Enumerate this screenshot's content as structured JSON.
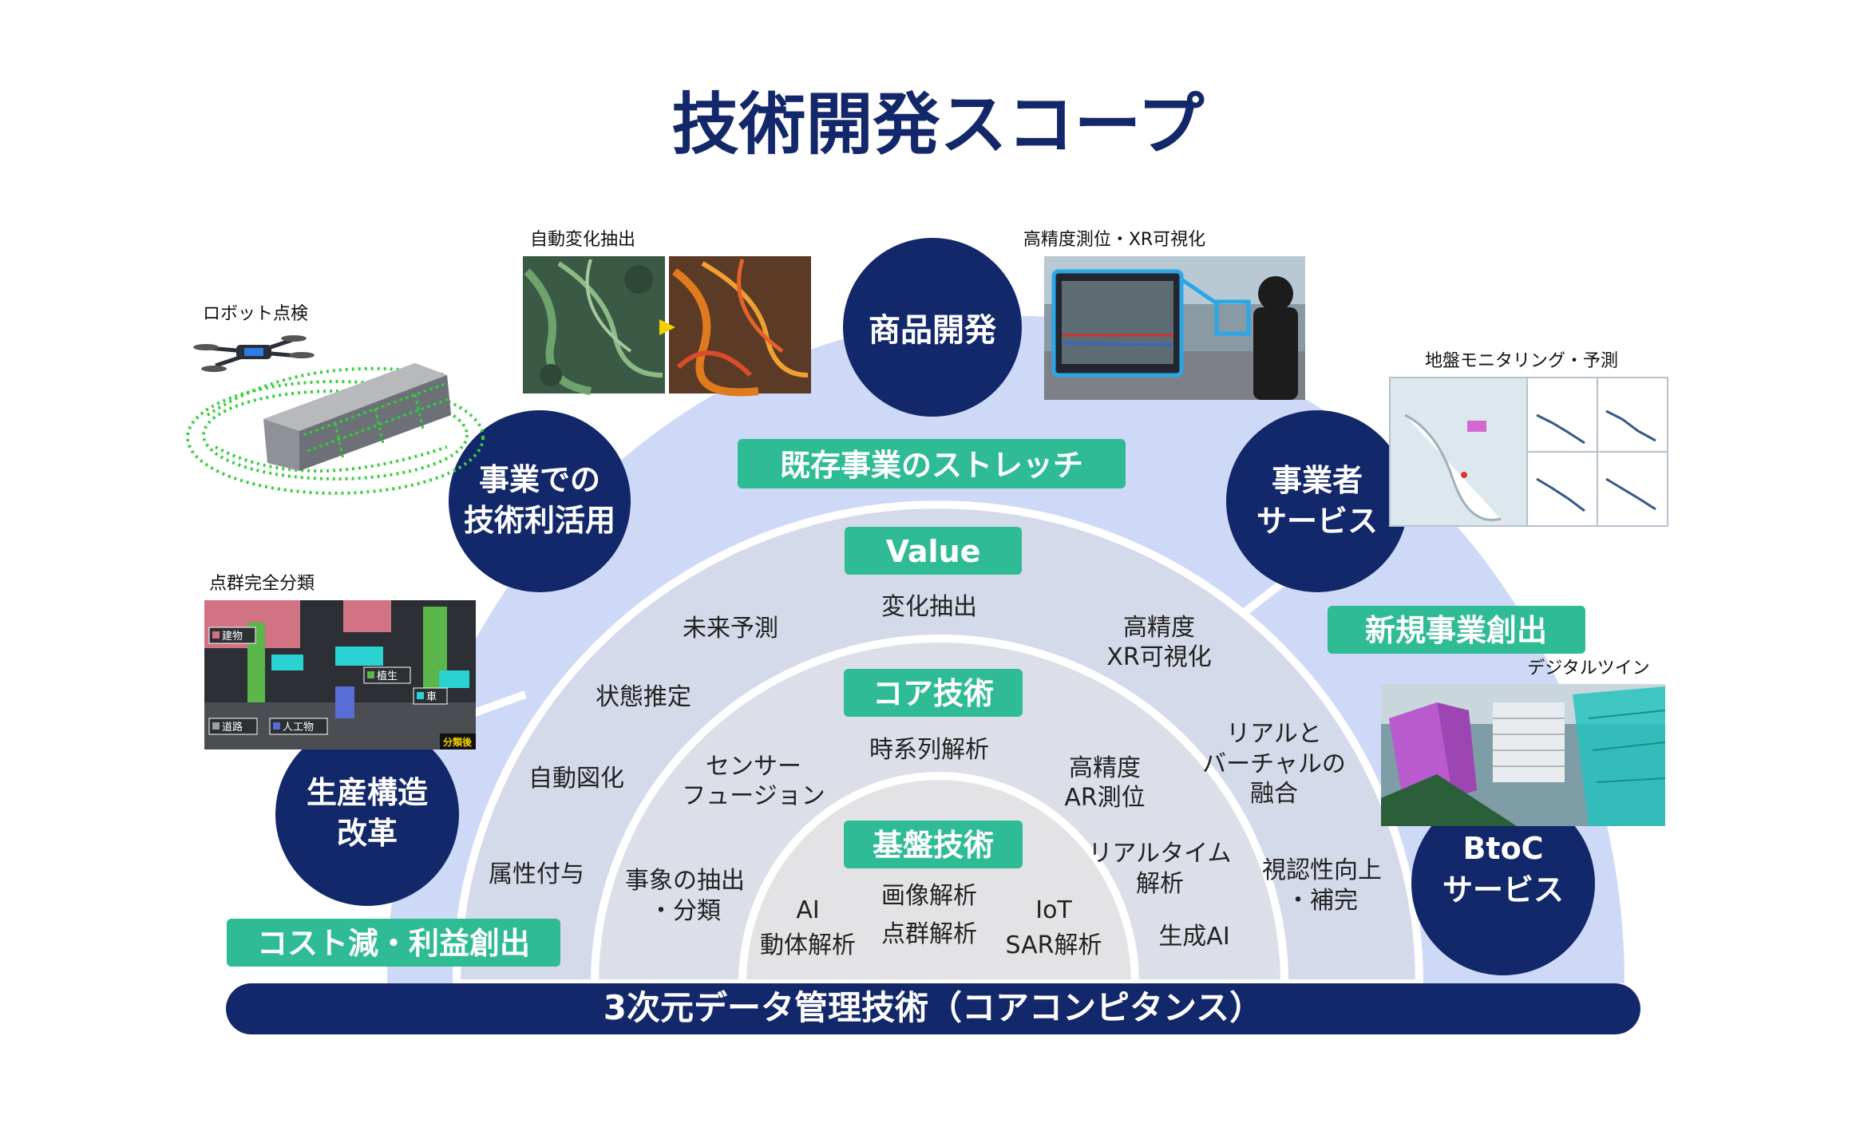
{
  "title": "技術開発スコープ",
  "colors": {
    "navy": "#13286a",
    "teal": "#2fbb94",
    "ring_outer": "#cdd9f7",
    "ring_middle": "#d5daea",
    "ring_inner": "#dcdfe8",
    "ring_core": "#e3e3e6"
  },
  "base_bar": "3次元データ管理技術（コアコンピタンス）",
  "pills": {
    "stretch": "既存事業のストレッチ",
    "value": "Value",
    "core_tech": "コア技術",
    "base_tech": "基盤技術",
    "new_business": "新規事業創出",
    "cost": "コスト減・利益創出"
  },
  "circles": {
    "product": [
      "商品開発"
    ],
    "business_use": [
      "事業での",
      "技術利活用"
    ],
    "operator": [
      "事業者",
      "サービス"
    ],
    "production": [
      "生産構造",
      "改革"
    ],
    "btoc": [
      "BtoC",
      "サービス"
    ]
  },
  "value_labels": {
    "change": [
      "変化抽出"
    ],
    "forecast": [
      "未来予測"
    ],
    "xr": [
      "高精度",
      "XR可視化"
    ],
    "state": [
      "状態推定"
    ],
    "mixed": [
      "リアルと",
      "バーチャルの",
      "融合"
    ],
    "drawing": [
      "自動図化"
    ],
    "attribute": [
      "属性付与"
    ],
    "visibility": [
      "視認性向上",
      "・補完"
    ]
  },
  "core_labels": {
    "sensor": [
      "センサー",
      "フュージョン"
    ],
    "timeseries": [
      "時系列解析"
    ],
    "ar": [
      "高精度",
      "AR測位"
    ],
    "event": [
      "事象の抽出",
      "・分類"
    ],
    "realtime": [
      "リアルタイム",
      "解析"
    ],
    "genai": [
      "生成AI"
    ]
  },
  "base_labels": {
    "ai": [
      "AI",
      "動体解析"
    ],
    "image": [
      "画像解析",
      "点群解析"
    ],
    "iot": [
      "IoT",
      "SAR解析"
    ]
  },
  "image_captions": {
    "robot": "ロボット点検",
    "change_detect": "自動変化抽出",
    "xr_position": "高精度測位・XR可視化",
    "ground": "地盤モニタリング・予測",
    "pointcloud": "点群完全分類",
    "twin": "デジタルツイン"
  },
  "pc_tags": {
    "building": "建物",
    "vegetation": "植生",
    "car": "車",
    "road": "道路",
    "artificial": "人工物",
    "after": "分類後"
  }
}
